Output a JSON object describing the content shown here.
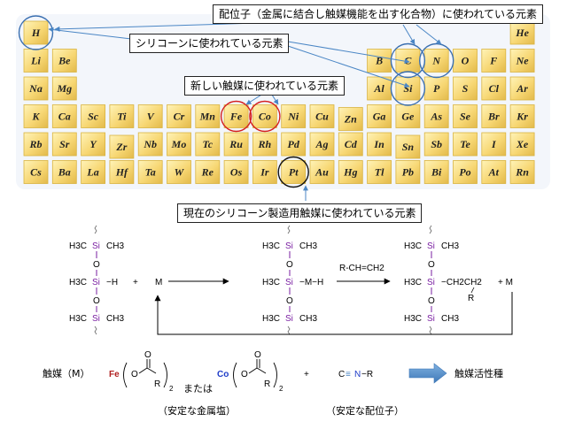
{
  "periodic_table": {
    "elements": [
      {
        "sym": "H",
        "r": 0,
        "c": 0
      },
      {
        "sym": "He",
        "r": 0,
        "c": 17
      },
      {
        "sym": "Li",
        "r": 1,
        "c": 0
      },
      {
        "sym": "Be",
        "r": 1,
        "c": 1
      },
      {
        "sym": "B",
        "r": 1,
        "c": 12
      },
      {
        "sym": "C",
        "r": 1,
        "c": 13
      },
      {
        "sym": "N",
        "r": 1,
        "c": 14
      },
      {
        "sym": "O",
        "r": 1,
        "c": 15
      },
      {
        "sym": "F",
        "r": 1,
        "c": 16
      },
      {
        "sym": "Ne",
        "r": 1,
        "c": 17
      },
      {
        "sym": "Na",
        "r": 2,
        "c": 0
      },
      {
        "sym": "Mg",
        "r": 2,
        "c": 1
      },
      {
        "sym": "Al",
        "r": 2,
        "c": 12
      },
      {
        "sym": "Si",
        "r": 2,
        "c": 13
      },
      {
        "sym": "P",
        "r": 2,
        "c": 14
      },
      {
        "sym": "S",
        "r": 2,
        "c": 15
      },
      {
        "sym": "Cl",
        "r": 2,
        "c": 16
      },
      {
        "sym": "Ar",
        "r": 2,
        "c": 17
      },
      {
        "sym": "K",
        "r": 3,
        "c": 0
      },
      {
        "sym": "Ca",
        "r": 3,
        "c": 1
      },
      {
        "sym": "Sc",
        "r": 3,
        "c": 2
      },
      {
        "sym": "Ti",
        "r": 3,
        "c": 3
      },
      {
        "sym": "V",
        "r": 3,
        "c": 4
      },
      {
        "sym": "Cr",
        "r": 3,
        "c": 5
      },
      {
        "sym": "Mn",
        "r": 3,
        "c": 6
      },
      {
        "sym": "Fe",
        "r": 3,
        "c": 7
      },
      {
        "sym": "Co",
        "r": 3,
        "c": 8
      },
      {
        "sym": "Ni",
        "r": 3,
        "c": 9
      },
      {
        "sym": "Cu",
        "r": 3,
        "c": 10
      },
      {
        "sym": "Zn",
        "r": 3,
        "c": 11
      },
      {
        "sym": "Ga",
        "r": 3,
        "c": 12
      },
      {
        "sym": "Ge",
        "r": 3,
        "c": 13
      },
      {
        "sym": "As",
        "r": 3,
        "c": 14
      },
      {
        "sym": "Se",
        "r": 3,
        "c": 15
      },
      {
        "sym": "Br",
        "r": 3,
        "c": 16
      },
      {
        "sym": "Kr",
        "r": 3,
        "c": 17
      },
      {
        "sym": "Rb",
        "r": 4,
        "c": 0
      },
      {
        "sym": "Sr",
        "r": 4,
        "c": 1
      },
      {
        "sym": "Y",
        "r": 4,
        "c": 2
      },
      {
        "sym": "Zr",
        "r": 4,
        "c": 3
      },
      {
        "sym": "Nb",
        "r": 4,
        "c": 4
      },
      {
        "sym": "Mo",
        "r": 4,
        "c": 5
      },
      {
        "sym": "Tc",
        "r": 4,
        "c": 6
      },
      {
        "sym": "Ru",
        "r": 4,
        "c": 7
      },
      {
        "sym": "Rh",
        "r": 4,
        "c": 8
      },
      {
        "sym": "Pd",
        "r": 4,
        "c": 9
      },
      {
        "sym": "Ag",
        "r": 4,
        "c": 10
      },
      {
        "sym": "Cd",
        "r": 4,
        "c": 11
      },
      {
        "sym": "In",
        "r": 4,
        "c": 12
      },
      {
        "sym": "Sn",
        "r": 4,
        "c": 13
      },
      {
        "sym": "Sb",
        "r": 4,
        "c": 14
      },
      {
        "sym": "Te",
        "r": 4,
        "c": 15
      },
      {
        "sym": "I",
        "r": 4,
        "c": 16
      },
      {
        "sym": "Xe",
        "r": 4,
        "c": 17
      },
      {
        "sym": "Cs",
        "r": 5,
        "c": 0
      },
      {
        "sym": "Ba",
        "r": 5,
        "c": 1
      },
      {
        "sym": "La",
        "r": 5,
        "c": 2
      },
      {
        "sym": "Hf",
        "r": 5,
        "c": 3
      },
      {
        "sym": "Ta",
        "r": 5,
        "c": 4
      },
      {
        "sym": "W",
        "r": 5,
        "c": 5
      },
      {
        "sym": "Re",
        "r": 5,
        "c": 6
      },
      {
        "sym": "Os",
        "r": 5,
        "c": 7
      },
      {
        "sym": "Ir",
        "r": 5,
        "c": 8
      },
      {
        "sym": "Pt",
        "r": 5,
        "c": 9
      },
      {
        "sym": "Au",
        "r": 5,
        "c": 10
      },
      {
        "sym": "Hg",
        "r": 5,
        "c": 11
      },
      {
        "sym": "Tl",
        "r": 5,
        "c": 12
      },
      {
        "sym": "Pb",
        "r": 5,
        "c": 13
      },
      {
        "sym": "Bi",
        "r": 5,
        "c": 14
      },
      {
        "sym": "Po",
        "r": 5,
        "c": 15
      },
      {
        "sym": "At",
        "r": 5,
        "c": 16
      },
      {
        "sym": "Rn",
        "r": 5,
        "c": 17
      }
    ],
    "highlight_blue": [
      "H",
      "C",
      "N",
      "Si"
    ],
    "highlight_red": [
      "Fe",
      "Co"
    ],
    "highlight_black": [
      "Pt"
    ]
  },
  "callouts": {
    "ligand": "配位子（金属に結合し触媒機能を出す化合物）に使われている元素",
    "silicone": "シリコーンに使われている元素",
    "new_catalyst": "新しい触媒に使われている元素",
    "current_catalyst": "現在のシリコーン製造用触媒に使われている元素"
  },
  "reaction": {
    "h3c": "H3C",
    "si": "Si",
    "ch3": "CH3",
    "o": "O",
    "h": "H",
    "plus": "+",
    "m": "M",
    "m_h": "M−H",
    "reagent": "R-CH=CH2",
    "ch2ch2": "CH2CH2",
    "r": "R",
    "plus_m": "+ M"
  },
  "catalyst_row": {
    "label": "触媒（M）",
    "fe": "Fe",
    "co": "Co",
    "or_text": "または",
    "o": "O",
    "c": "C",
    "r": "R",
    "sub2": "2",
    "plus": "+",
    "isocyanide_c": "C",
    "isocyanide_n": "N",
    "isocyanide_r": "−R",
    "triple": "≡",
    "active_species": "触媒活性種",
    "stable_metal_salt": "（安定な金属塩）",
    "stable_ligand": "（安定な配位子）"
  },
  "colors": {
    "tile": "#f7d774",
    "tile_dark": "#d9b340",
    "blue_circle": "#3a6fb0",
    "red_circle": "#d42020",
    "si_purple": "#7a1fa2",
    "co_blue": "#1e3cc8",
    "fe_red": "#b02020",
    "arrow_blue": "#4a86c5"
  }
}
